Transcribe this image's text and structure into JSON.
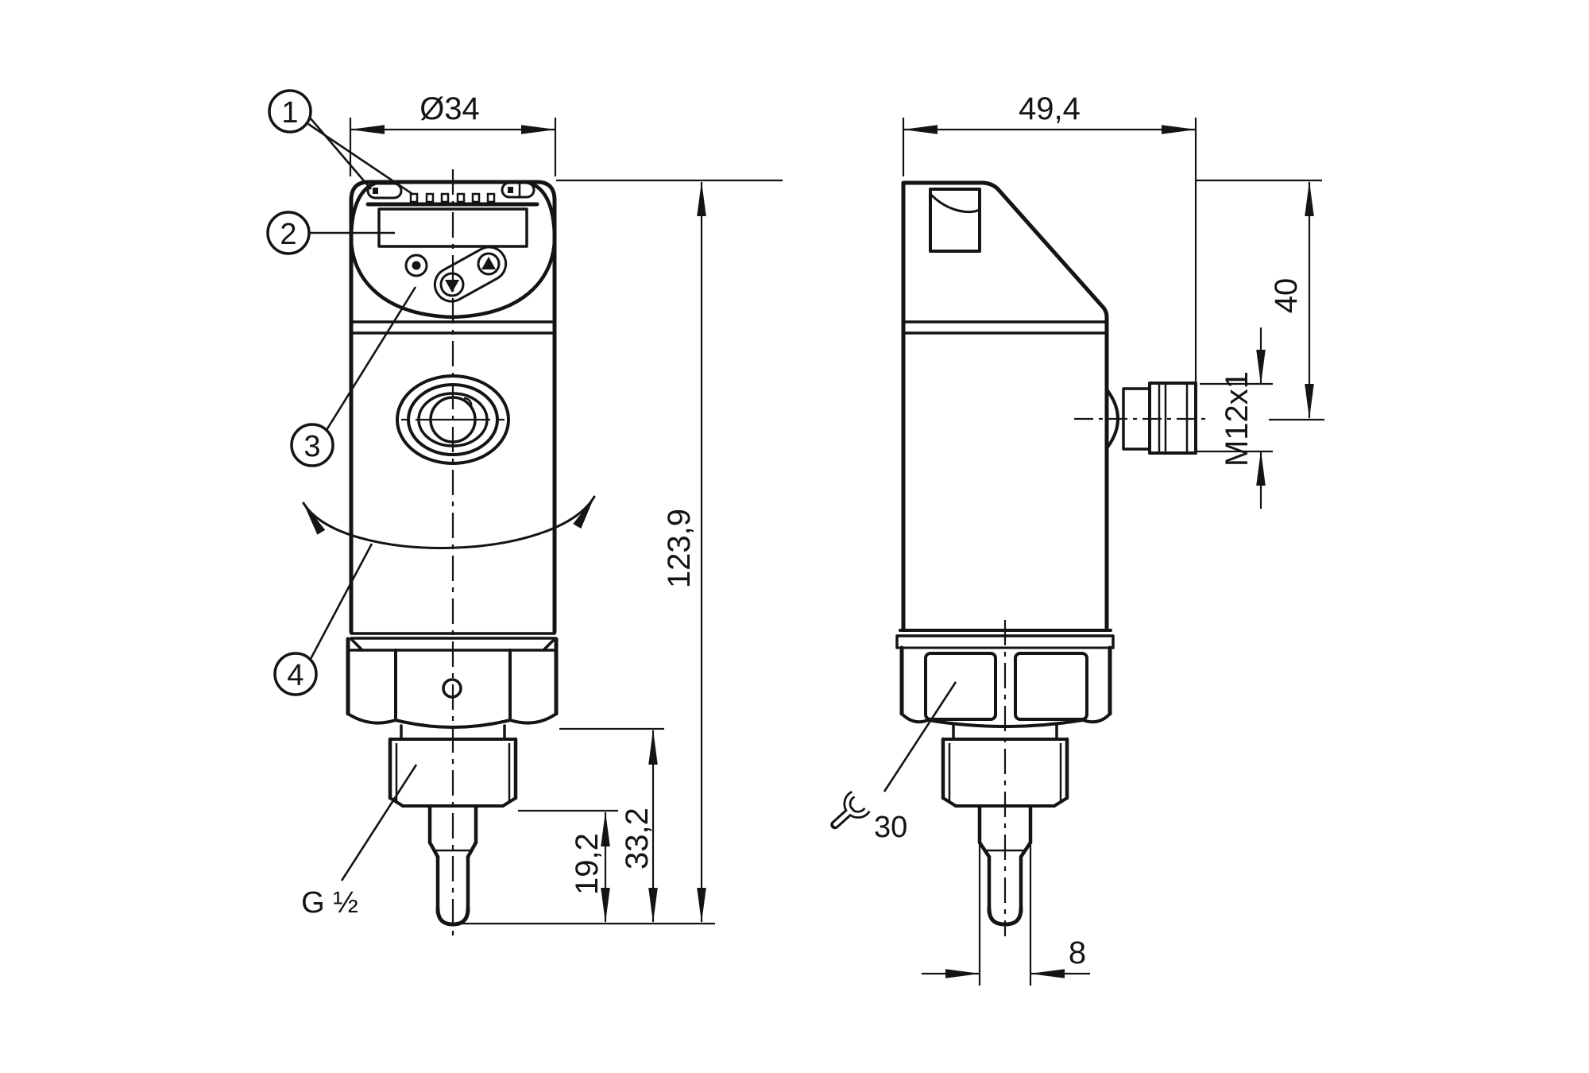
{
  "front_view": {
    "callouts": {
      "c1": "1",
      "c2": "2",
      "c3": "3",
      "c4": "4"
    },
    "dims": {
      "head_diameter": "Ø34",
      "overall_length": "123,9",
      "hex_to_tip": "33,2",
      "thread_to_tip": "19,2",
      "process_thread": "G ½"
    }
  },
  "side_view": {
    "dims": {
      "depth": "49,4",
      "top_to_connector_axis": "40",
      "connector_thread": "M12x1",
      "probe_diameter": "8",
      "wrench_size": "30"
    }
  }
}
